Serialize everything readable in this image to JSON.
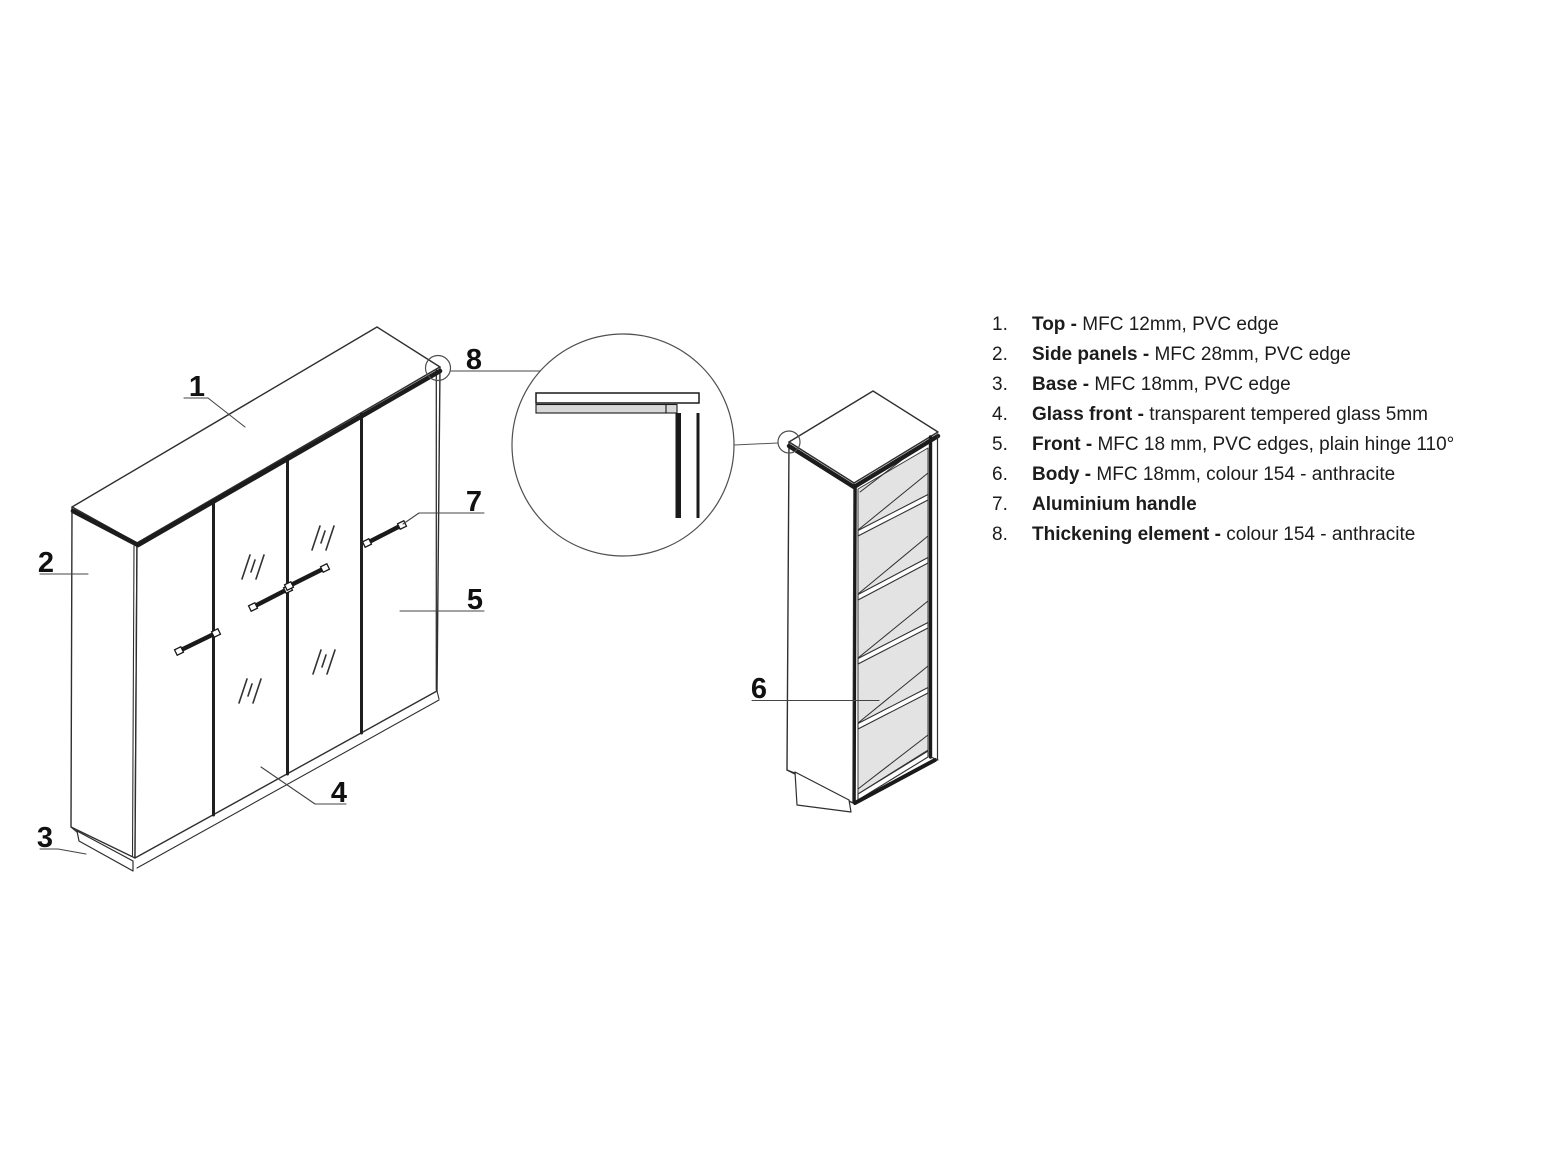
{
  "drawing": {
    "labels": {
      "l1": "1",
      "l2": "2",
      "l3": "3",
      "l4": "4",
      "l5": "5",
      "l6": "6",
      "l7": "7",
      "l8": "8"
    }
  },
  "legend": {
    "items": [
      {
        "num": "1.",
        "name": "Top - ",
        "desc": "MFC 12mm, PVC edge"
      },
      {
        "num": "2.",
        "name": "Side panels - ",
        "desc": "MFC 28mm, PVC edge"
      },
      {
        "num": "3.",
        "name": "Base - ",
        "desc": "MFC 18mm, PVC edge"
      },
      {
        "num": "4.",
        "name": "Glass front - ",
        "desc": "transparent tempered glass 5mm"
      },
      {
        "num": "5.",
        "name": "Front - ",
        "desc": "MFC 18 mm, PVC edges, plain hinge 110°"
      },
      {
        "num": "6.",
        "name": "Body - ",
        "desc": "MFC 18mm, colour 154 - anthracite"
      },
      {
        "num": "7.",
        "name": "Aluminium handle",
        "desc": ""
      },
      {
        "num": "8.",
        "name": "Thickening element - ",
        "desc": "colour 154 - anthracite"
      }
    ]
  },
  "colors": {
    "line": "#2f2f2f",
    "line_dark": "#1a1a1a",
    "thickening_gray": "#d8d8d8",
    "interior_gray": "#e3e3e3",
    "text": "#1c1c1c"
  }
}
